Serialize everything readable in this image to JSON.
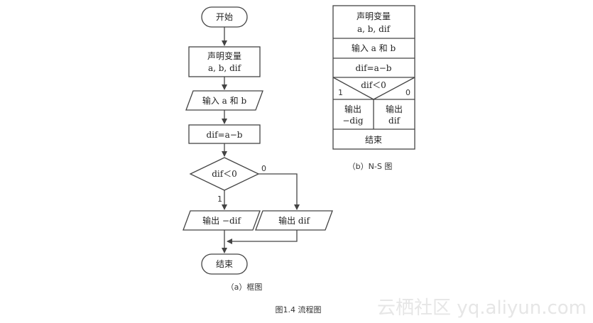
{
  "flowchart": {
    "start": "开始",
    "declare_line1": "声明变量",
    "declare_line2": "a, b, dif",
    "input": "输入 a 和 b",
    "assign": "dif=a−b",
    "condition": "dif＜0",
    "branch_true_label": "1",
    "branch_false_label": "0",
    "output_neg": "输出 −dif",
    "output_pos": "输出 dif",
    "end": "结束",
    "caption": "（a）框图"
  },
  "ns_diagram": {
    "declare_line1": "声明变量",
    "declare_line2": "a, b, dif",
    "input": "输入 a 和 b",
    "assign": "dif=a−b",
    "condition": "dif＜0",
    "true_label": "1",
    "false_label": "0",
    "left_line1": "输出",
    "left_line2": "−dig",
    "right_line1": "输出",
    "right_line2": "dif",
    "end": "结束",
    "caption": "（b）N-S 图"
  },
  "figure_caption": "图1.4 流程图",
  "watermark": "云栖社区 yq.aliyun.com"
}
